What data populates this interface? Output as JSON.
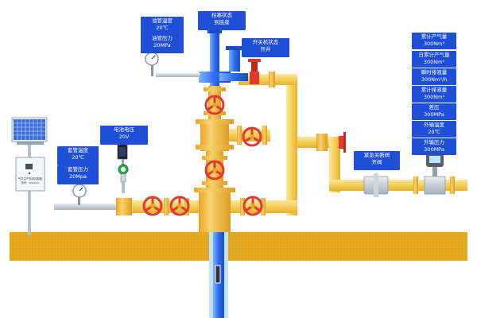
{
  "colors": {
    "accent_label_bg": "#1e4fd6",
    "pipe_yellow": "#f3cf55",
    "pipe_orange": "#e9a42c",
    "valve_red": "#e23b2e",
    "ground": "#e2a51a",
    "well_blue": "#2b6df0"
  },
  "labels": {
    "tubing_temp": {
      "title": "油管温度",
      "value": "20℃"
    },
    "tubing_pressure": {
      "title": "油管压力",
      "value": "20MPa"
    },
    "plunger": {
      "title": "柱塞状态",
      "value": "到底座"
    },
    "switch_state": {
      "title": "开关机状态",
      "value": "开井"
    },
    "battery": {
      "title": "电池电压",
      "value": "20V"
    },
    "casing_temp": {
      "title": "套管温度",
      "value": "20℃"
    },
    "casing_pressure": {
      "title": "套管压力",
      "value": "20Mpa"
    },
    "emergency_valve": {
      "title": "紧急关断阀",
      "value": "开阀"
    },
    "cum_gas": {
      "title": "累计产气量",
      "value": "300Nm³"
    },
    "daily_gas": {
      "title": "日累计产气量",
      "value": "300Nm³"
    },
    "inst_drain": {
      "title": "瞬时排液量",
      "value": "300Nm³/h"
    },
    "cum_drain": {
      "title": "累计排液量",
      "value": "300Nm³"
    },
    "diff_pressure": {
      "title": "差压",
      "value": "300MPa"
    },
    "outlet_temp": {
      "title": "外输温度",
      "value": "20℃"
    },
    "outlet_pressure": {
      "title": "外输压力",
      "value": "300MPa"
    }
  },
  "controller": {
    "caption": "气井生产自动控制柜",
    "model": "型号：XXXXX-X"
  },
  "icons": [
    "solar-panel-icon",
    "gauge-icon",
    "valve-wheel-icon",
    "flowmeter-icon",
    "transmitter-icon"
  ]
}
